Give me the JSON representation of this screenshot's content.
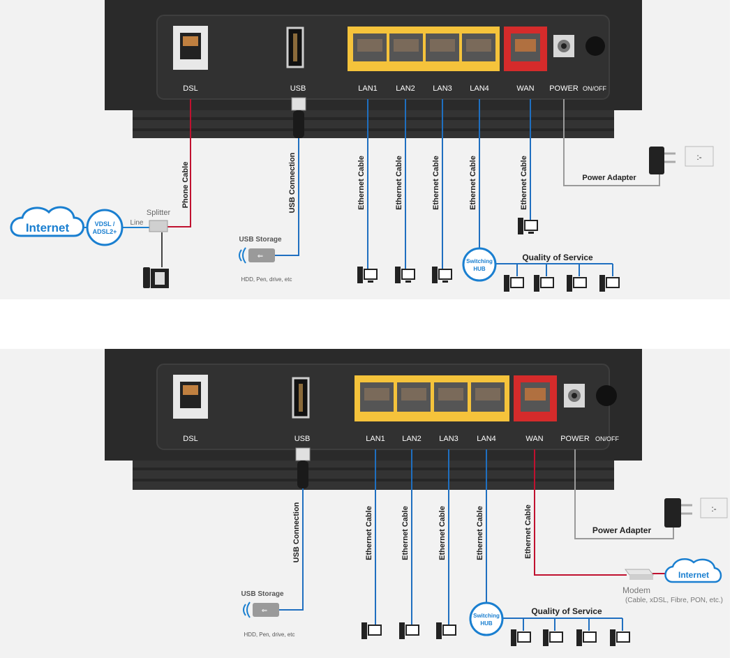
{
  "diagrams": [
    {
      "ports": {
        "dsl": "DSL",
        "usb": "USB",
        "lan1": "LAN1",
        "lan2": "LAN2",
        "lan3": "LAN3",
        "lan4": "LAN4",
        "wan": "WAN",
        "power": "POWER",
        "onoff": "ON/OFF"
      },
      "cables": {
        "phone": "Phone Cable",
        "usb": "USB Connection",
        "ethernet": "Ethernet Cable"
      },
      "power_adapter": "Power Adapter",
      "internet": "Internet",
      "vdsl": [
        "VDSL /",
        "ADSL2+"
      ],
      "line": "Line",
      "splitter": "Splitter",
      "usb_storage": "USB Storage",
      "usb_storage_note": "HDD, Pen, drive, etc",
      "switching_hub": [
        "Switching",
        "HUB"
      ],
      "qos": "Quality of Service"
    },
    {
      "ports": {
        "dsl": "DSL",
        "usb": "USB",
        "lan1": "LAN1",
        "lan2": "LAN2",
        "lan3": "LAN3",
        "lan4": "LAN4",
        "wan": "WAN",
        "power": "POWER",
        "onoff": "ON/OFF"
      },
      "cables": {
        "usb": "USB Connection",
        "ethernet": "Ethernet Cable"
      },
      "power_adapter": "Power Adapter",
      "internet": "Internet",
      "modem": "Modem",
      "modem_note": "(Cable, xDSL, Fibre, PON, etc.)",
      "usb_storage": "USB Storage",
      "usb_storage_note": "HDD, Pen, drive, etc",
      "switching_hub": [
        "Switching",
        "HUB"
      ],
      "qos": "Quality of Service"
    }
  ],
  "colors": {
    "router_body": "#2a2a2a",
    "lan_block": "#f5c33b",
    "wan_block": "#d52b2b",
    "ethernet_blue": "#1f6fc0",
    "phone_red": "#c0112f",
    "gray_cable": "#9a9a9a",
    "internet_blue": "#1a7fd0"
  }
}
